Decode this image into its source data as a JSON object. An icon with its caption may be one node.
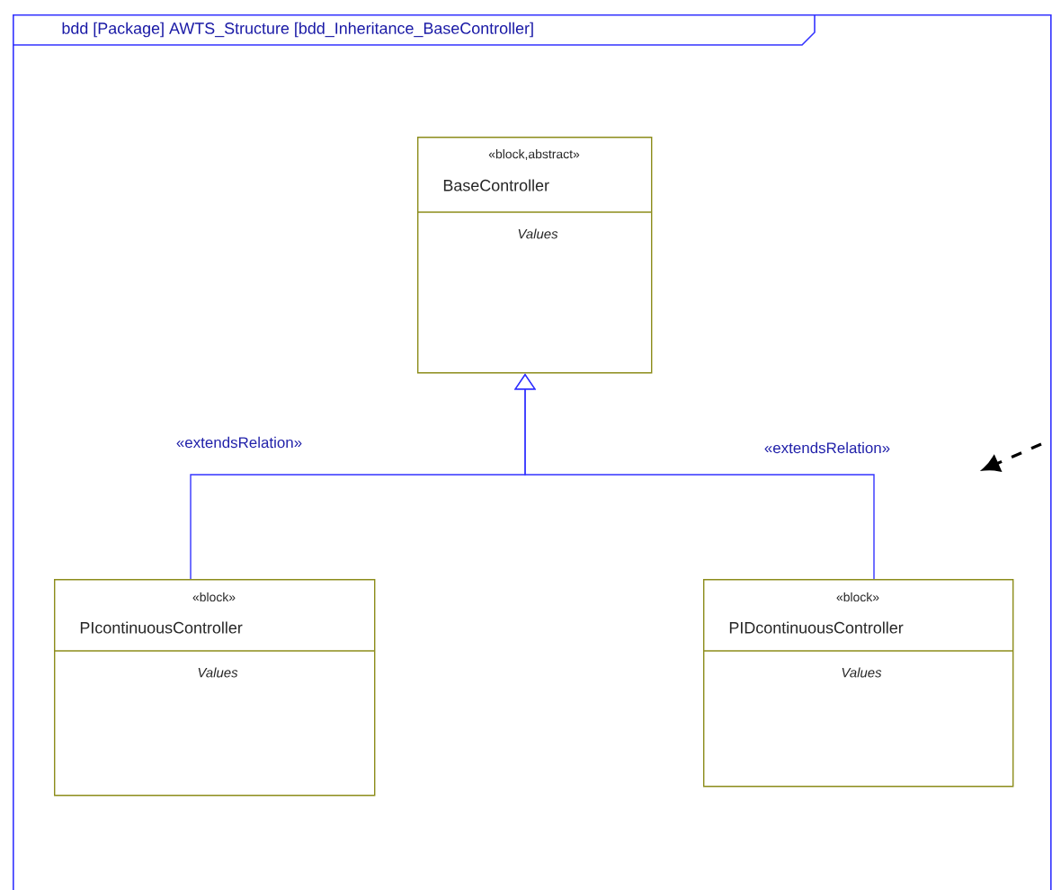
{
  "diagram": {
    "nodes": [
      {
        "text": [
          "bdd [Package] AWTS_Structure [bdd_Inheritance_BaseController]"
        ]
      },
      {
        "text": [
          "«block,abstract»",
          "BaseController",
          "Values"
        ],
        "in": 0
      },
      {
        "text": [
          "«block»",
          "PIcontinuousController",
          "Values"
        ],
        "in": 0
      },
      {
        "text": [
          "«block»",
          "PIDcontinuousController",
          "Values"
        ],
        "in": 0
      }
    ],
    "edges": [
      {
        "from": 2,
        "to": 1,
        "arrow": "to",
        "label": "«extendsRelation»"
      },
      {
        "from": 3,
        "to": 1,
        "arrow": "to",
        "label": "«extendsRelation»"
      }
    ]
  }
}
